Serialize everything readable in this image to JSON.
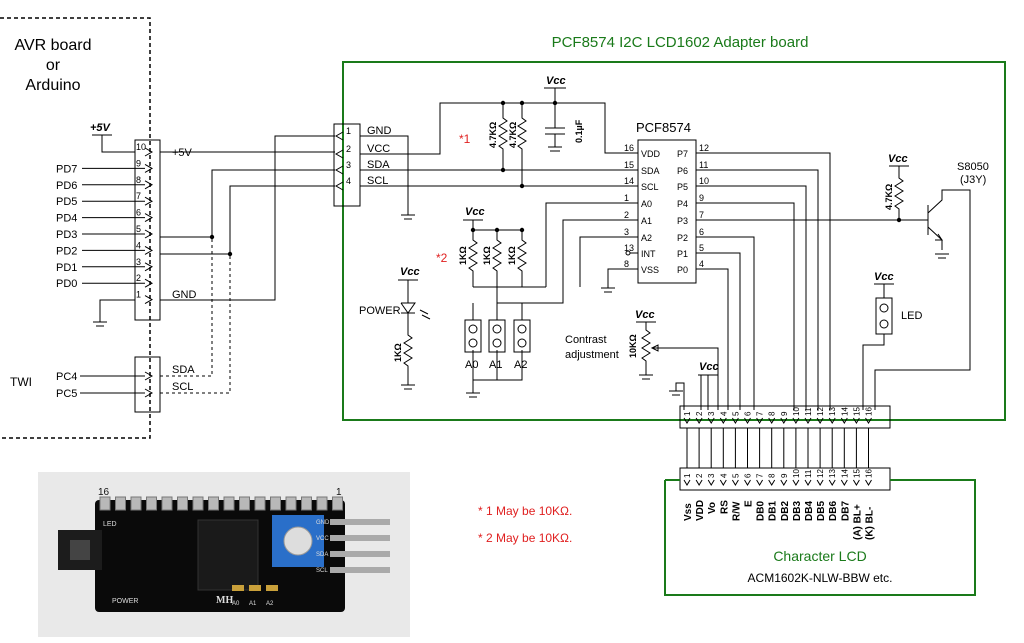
{
  "avr": {
    "line1": "AVR board",
    "line2": "or",
    "line3": "Arduino",
    "plus5": "+5V",
    "twi": "TWI",
    "pins_left": [
      "PD7",
      "PD6",
      "PD5",
      "PD4",
      "PD3",
      "PD2",
      "PD1",
      "PD0"
    ],
    "pin_nums": [
      "10",
      "9",
      "8",
      "7",
      "6",
      "5",
      "4",
      "3",
      "2",
      "1"
    ],
    "net_5v": "+5V",
    "net_gnd": "GND",
    "pc4": "PC4",
    "pc5": "PC5",
    "sda": "SDA",
    "scl": "SCL"
  },
  "adapter": {
    "title": "PCF8574 I2C LCD1602 Adapter board",
    "conn_nums": [
      "1",
      "2",
      "3",
      "4"
    ],
    "conn_labels": [
      "GND",
      "VCC",
      "SDA",
      "SCL"
    ],
    "vcc": "Vcc",
    "r47": "4.7KΩ",
    "cap": "0.1µF",
    "mark1": "*1",
    "mark2": "*2",
    "chip": "PCF8574",
    "chip_left_pins": [
      "16",
      "15",
      "14",
      "1",
      "2",
      "3",
      "13",
      "8"
    ],
    "chip_left_names": [
      "VDD",
      "SDA",
      "SCL",
      "A0",
      "A1",
      "A2",
      "INT",
      "VSS"
    ],
    "chip_right_names": [
      "P7",
      "P6",
      "P5",
      "P4",
      "P3",
      "P2",
      "P1",
      "P0"
    ],
    "chip_right_pins": [
      "12",
      "11",
      "10",
      "9",
      "7",
      "6",
      "5",
      "4"
    ],
    "r1k": "1KΩ",
    "addr": [
      "A0",
      "A1",
      "A2"
    ],
    "power": "POWER",
    "contrast1": "Contrast",
    "contrast2": "adjustment",
    "r10k": "10KΩ",
    "transistor": "S8050",
    "transistor_sub": "(J3Y)",
    "led": "LED",
    "header_pins": [
      "1",
      "2",
      "3",
      "4",
      "5",
      "6",
      "7",
      "8",
      "9",
      "10",
      "11",
      "12",
      "13",
      "14",
      "15",
      "16"
    ]
  },
  "lcd": {
    "title": "Character LCD",
    "model": "ACM1602K-NLW-BBW  etc.",
    "pin_names": [
      "Vss",
      "VDD",
      "Vo",
      "RS",
      "R/W",
      "E",
      "DB0",
      "DB1",
      "DB2",
      "DB3",
      "DB4",
      "DB5",
      "DB6",
      "DB7",
      "(A) BL+",
      "(K) BL-"
    ]
  },
  "notes": {
    "n1": "* 1 May be 10KΩ.",
    "n2": "* 2 May be 10KΩ."
  },
  "photo": {
    "pin16": "16",
    "pin1": "1",
    "led": "LED",
    "power": "POWER",
    "mh": "MH",
    "side": [
      "GND",
      "VCC",
      "SDA",
      "SCL"
    ],
    "addr": [
      "A0",
      "A1",
      "A2"
    ]
  },
  "colors": {
    "board_outline": "#1a7a1a",
    "note_red": "#e02020",
    "pcb": "#0a0a0a",
    "pot": "#2a6fc9"
  }
}
